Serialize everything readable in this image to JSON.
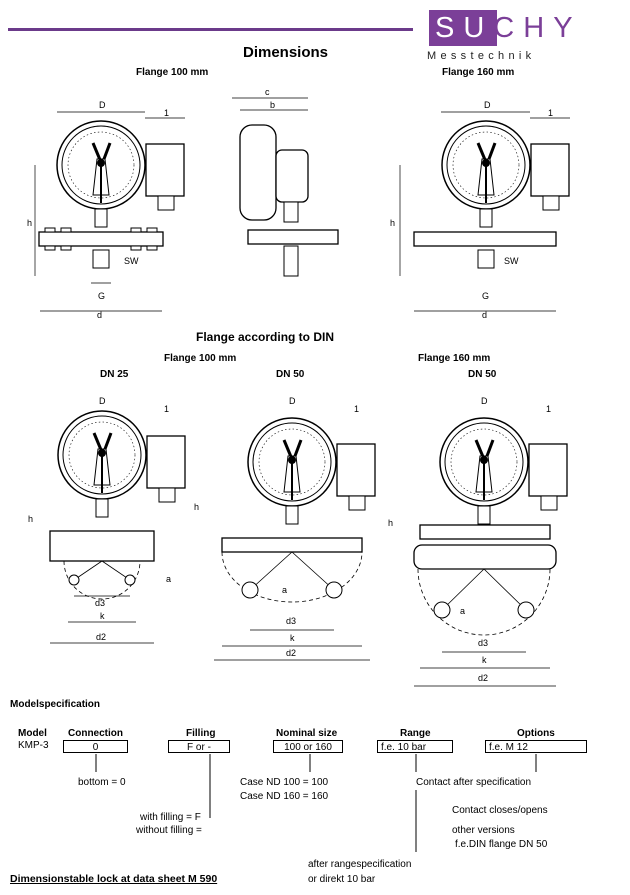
{
  "brand": {
    "logo_text": "SUCHY",
    "subtitle": "Messtechnik"
  },
  "headings": {
    "dimensions": "Dimensions",
    "flange_din": "Flange according to DIN",
    "model_spec": "Modelspecification",
    "lock_note": "Dimensionstable lock at data sheet M 590"
  },
  "top_row": {
    "left_caption": "Flange 100 mm",
    "right_caption": "Flange 160  mm"
  },
  "din_row": {
    "left_caption": "Flange 100 mm",
    "right_caption": "Flange 160 mm",
    "dn_left": "DN 25",
    "dn_mid": "DN 50",
    "dn_right": "DN 50"
  },
  "dim_labels": {
    "D": "D",
    "one": "1",
    "h": "h",
    "SW": "SW",
    "G": "G",
    "d": "d",
    "c": "c",
    "b": "b",
    "a": "a",
    "d3": "d3",
    "k": "k",
    "d2": "d2"
  },
  "model": {
    "col_model": "Model",
    "model_value": "KMP-3",
    "col_connection": "Connection",
    "connection_value": "0",
    "col_filling": "Filling",
    "filling_value": "F or -",
    "col_nominal": "Nominal size",
    "nominal_value": "100 or 160",
    "col_range": "Range",
    "range_value": "f.e. 10 bar",
    "col_options": "Options",
    "options_value": "f.e. M 12",
    "bottom_note": "bottom = 0",
    "filling_with": "with filling  = F",
    "filling_without": "without filling =",
    "case_100": "Case ND  100 = 100",
    "case_160": "Case ND  160 = 160",
    "contact_after": "Contact after specification",
    "contact_closes": "Contact closes/opens",
    "other_versions": "other versions",
    "din_flange": "f.e.DIN flange DN 50",
    "after_range": "after rangespecification",
    "or_direct": "or direkt  10 bar"
  }
}
